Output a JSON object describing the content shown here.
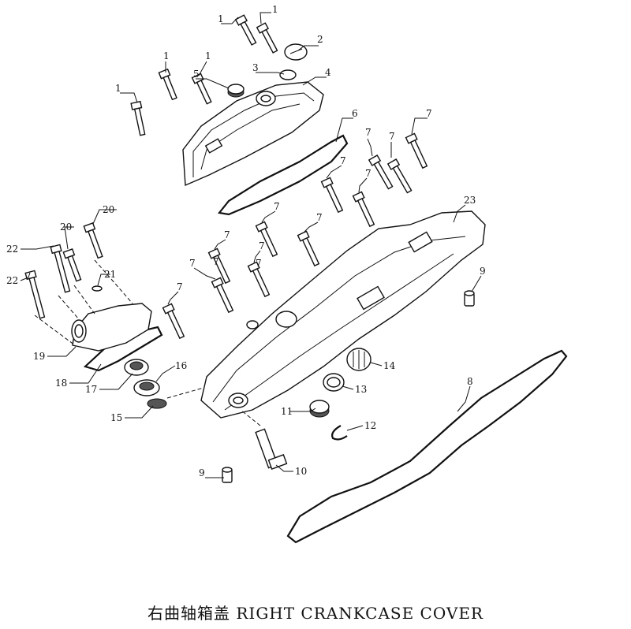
{
  "caption": "右曲轴箱盖 RIGHT CRANKCASE COVER",
  "callouts": [
    "1",
    "1",
    "1",
    "1",
    "1",
    "2",
    "3",
    "4",
    "5",
    "6",
    "7",
    "7",
    "7",
    "7",
    "7",
    "7",
    "7",
    "7",
    "7",
    "7",
    "7",
    "7",
    "7",
    "8",
    "9",
    "9",
    "10",
    "11",
    "12",
    "13",
    "14",
    "15",
    "16",
    "17",
    "18",
    "19",
    "20",
    "20",
    "21",
    "22",
    "22",
    "23"
  ]
}
